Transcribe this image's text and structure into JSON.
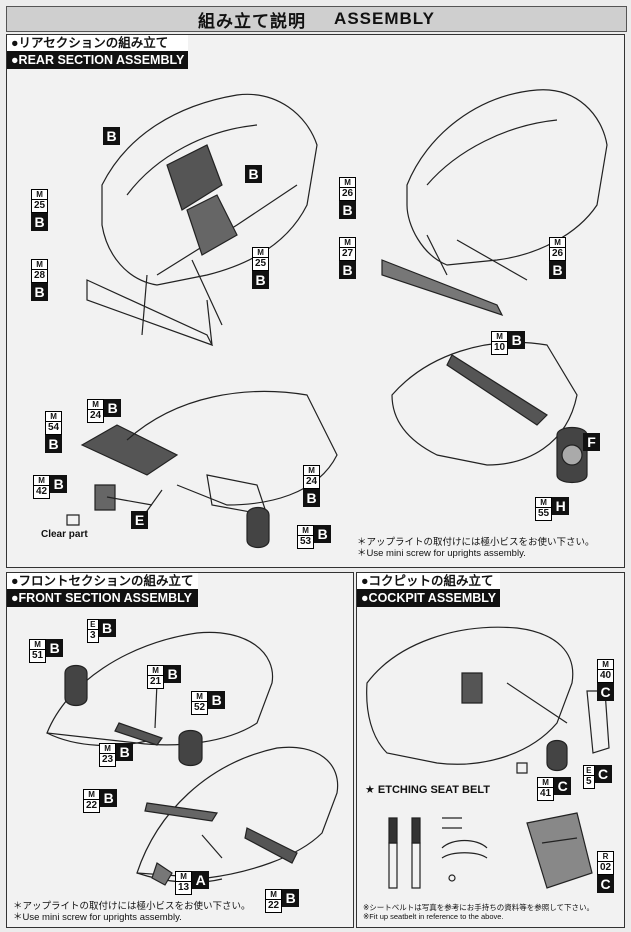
{
  "page_title": {
    "jp": "組み立て説明",
    "en": "ASSEMBLY"
  },
  "rear_section": {
    "title_jp": "●リアセクションの組み立て",
    "title_en": "●REAR SECTION ASSEMBLY",
    "tags": [
      {
        "id": "r1",
        "letter": "B"
      },
      {
        "id": "r2",
        "letter": "B"
      },
      {
        "id": "r3",
        "series": "M",
        "num": "25",
        "letter": "B"
      },
      {
        "id": "r4",
        "series": "M",
        "num": "28",
        "letter": "B"
      },
      {
        "id": "r5",
        "series": "M",
        "num": "25",
        "letter": "B"
      },
      {
        "id": "r6",
        "series": "M",
        "num": "26",
        "letter": "B"
      },
      {
        "id": "r7",
        "series": "M",
        "num": "27",
        "letter": "B"
      },
      {
        "id": "r8",
        "series": "M",
        "num": "26",
        "letter": "B"
      },
      {
        "id": "r9",
        "series": "M",
        "num": "24",
        "letter": "B"
      },
      {
        "id": "r10",
        "series": "M",
        "num": "54",
        "letter": "B"
      },
      {
        "id": "r11",
        "series": "M",
        "num": "42",
        "letter": "B"
      },
      {
        "id": "r12",
        "letter": "E"
      },
      {
        "id": "r13",
        "series": "M",
        "num": "24",
        "letter": "B"
      },
      {
        "id": "r14",
        "series": "M",
        "num": "53",
        "letter": "B"
      },
      {
        "id": "r15",
        "series": "M",
        "num": "10",
        "letter": "B"
      },
      {
        "id": "r16",
        "letter": "F"
      },
      {
        "id": "r17",
        "series": "M",
        "num": "55",
        "letter": "H"
      }
    ],
    "clear_part_label": "Clear part",
    "note_jp": "＊アップライトの取付けには極小ビスをお使い下さい。",
    "note_en": "＊Use mini screw for uprights assembly."
  },
  "front_section": {
    "title_jp": "●フロントセクションの組み立て",
    "title_en": "●FRONT SECTION ASSEMBLY",
    "tags": [
      {
        "id": "f1",
        "series": "E",
        "num": "3",
        "letter": "B"
      },
      {
        "id": "f2",
        "series": "M",
        "num": "51",
        "letter": "B"
      },
      {
        "id": "f3",
        "series": "M",
        "num": "21",
        "letter": "B"
      },
      {
        "id": "f4",
        "series": "M",
        "num": "52",
        "letter": "B"
      },
      {
        "id": "f5",
        "series": "M",
        "num": "23",
        "letter": "B"
      },
      {
        "id": "f6",
        "series": "M",
        "num": "22",
        "letter": "B"
      },
      {
        "id": "f7",
        "series": "M",
        "num": "13",
        "letter": "A"
      },
      {
        "id": "f8",
        "series": "M",
        "num": "22",
        "letter": "B"
      }
    ],
    "note_jp": "＊アップライトの取付けには極小ビスをお使い下さい。",
    "note_en": "＊Use mini screw for uprights assembly."
  },
  "cockpit_section": {
    "title_jp": "●コクピットの組み立て",
    "title_en": "●COCKPIT ASSEMBLY",
    "tags": [
      {
        "id": "c1",
        "series": "M",
        "num": "40",
        "letter": "C"
      },
      {
        "id": "c2",
        "series": "E",
        "num": "5",
        "letter": "C"
      },
      {
        "id": "c3",
        "series": "M",
        "num": "41",
        "letter": "C"
      },
      {
        "id": "c4",
        "series": "R",
        "num": "02",
        "letter": "C"
      }
    ],
    "etching_title": "★ ETCHING SEAT BELT",
    "note_jp": "※シートベルトは写真を参考にお手持ちの資料等を参照して下さい。",
    "note_en": "※Fit up seatbelt in reference to the above."
  }
}
